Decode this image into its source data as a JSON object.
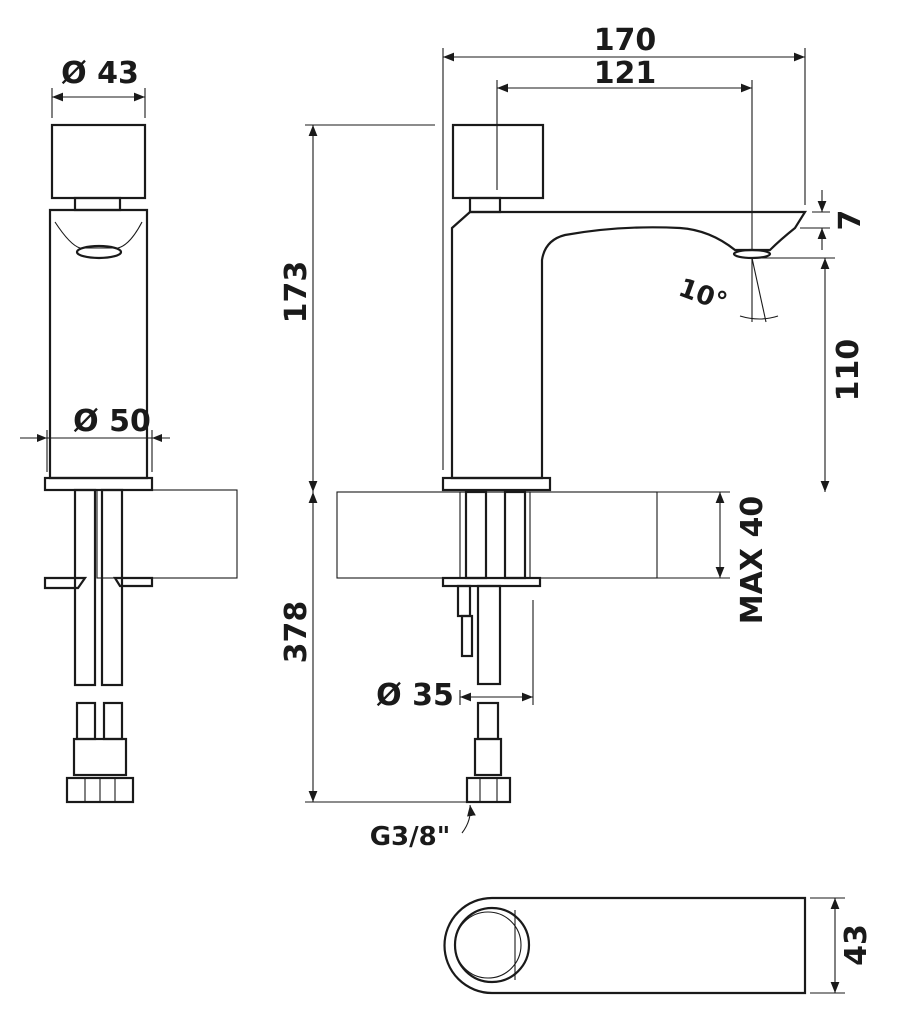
{
  "drawing": {
    "front_view": {
      "top_diameter": "Ø 43",
      "body_diameter": "Ø 50"
    },
    "side_view": {
      "total_length": "170",
      "spout_reach": "121",
      "total_height": "173",
      "spout_thickness": "7",
      "spout_angle": "10°",
      "spout_height": "110",
      "max_counter_thickness": "MAX 40",
      "hose_length": "378",
      "hole_diameter": "Ø 35",
      "connection": "G3/8\""
    },
    "top_view": {
      "width": "43"
    }
  }
}
